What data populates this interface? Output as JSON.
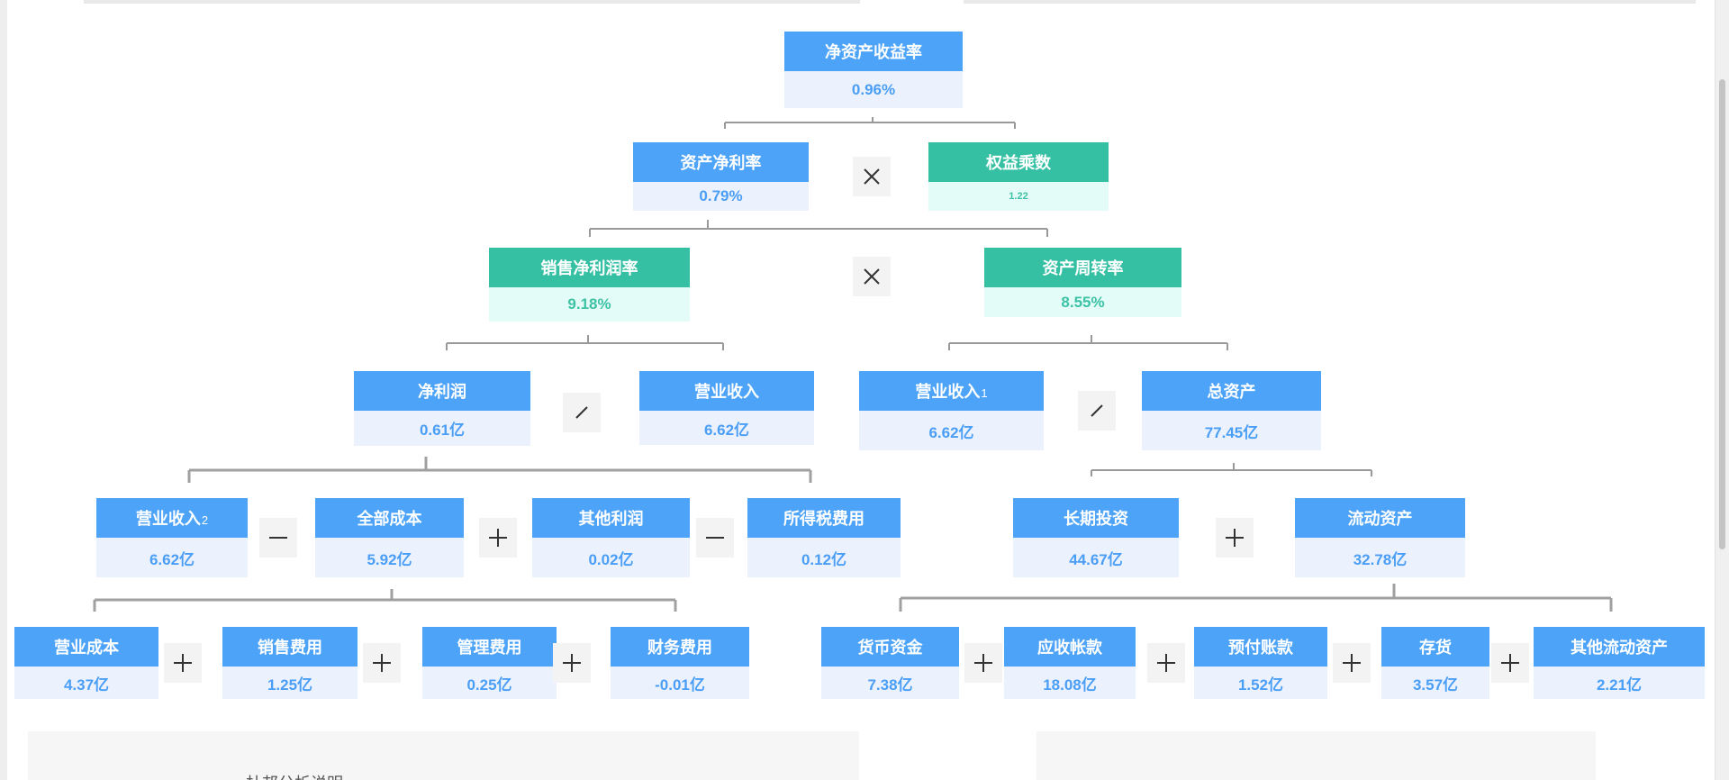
{
  "colors": {
    "blue_header": "#4da3f7",
    "blue_value_bg": "#ecf2fd",
    "green_header": "#36c0a3",
    "green_value_bg": "#e3fcf7",
    "connector": "#999999"
  },
  "root": {
    "label": "净资产收益率",
    "value": "0.96%"
  },
  "level1": {
    "roa": {
      "label": "资产净利率",
      "value": "0.79%"
    },
    "op": "multiply-icon",
    "equity_multiplier": {
      "label": "权益乘数",
      "value": "1.22"
    }
  },
  "level2": {
    "net_margin": {
      "label": "销售净利润率",
      "value": "9.18%"
    },
    "op": "multiply-icon",
    "asset_turnover": {
      "label": "资产周转率",
      "value": "8.55%"
    }
  },
  "level3": {
    "net_profit": {
      "label": "净利润",
      "value": "0.61亿"
    },
    "op_left": "divide-icon",
    "revenue": {
      "label": "营业收入",
      "value": "6.62亿"
    },
    "revenue_1": {
      "label": "营业收入",
      "suffix": "1",
      "value": "6.62亿"
    },
    "op_right": "divide-icon",
    "total_assets": {
      "label": "总资产",
      "value": "77.45亿"
    }
  },
  "level4": {
    "revenue_2": {
      "label": "营业收入",
      "suffix": "2",
      "value": "6.62亿"
    },
    "total_cost": {
      "label": "全部成本",
      "value": "5.92亿"
    },
    "other_profit": {
      "label": "其他利润",
      "value": "0.02亿"
    },
    "income_tax": {
      "label": "所得税费用",
      "value": "0.12亿"
    },
    "long_term_investment": {
      "label": "长期投资",
      "value": "44.67亿"
    },
    "current_assets": {
      "label": "流动资产",
      "value": "32.78亿"
    }
  },
  "level5": {
    "operating_cost": {
      "label": "营业成本",
      "value": "4.37亿"
    },
    "selling_expense": {
      "label": "销售费用",
      "value": "1.25亿"
    },
    "admin_expense": {
      "label": "管理费用",
      "value": "0.25亿"
    },
    "finance_expense": {
      "label": "财务费用",
      "value": "-0.01亿"
    },
    "cash": {
      "label": "货币资金",
      "value": "7.38亿"
    },
    "receivables": {
      "label": "应收帐款",
      "value": "18.08亿"
    },
    "prepayments": {
      "label": "预付账款",
      "value": "1.52亿"
    },
    "inventory": {
      "label": "存货",
      "value": "3.57亿"
    },
    "other_current_assets": {
      "label": "其他流动资产",
      "value": "2.21亿"
    }
  },
  "bottom_panel": {
    "title": "杜邦分析说明"
  }
}
